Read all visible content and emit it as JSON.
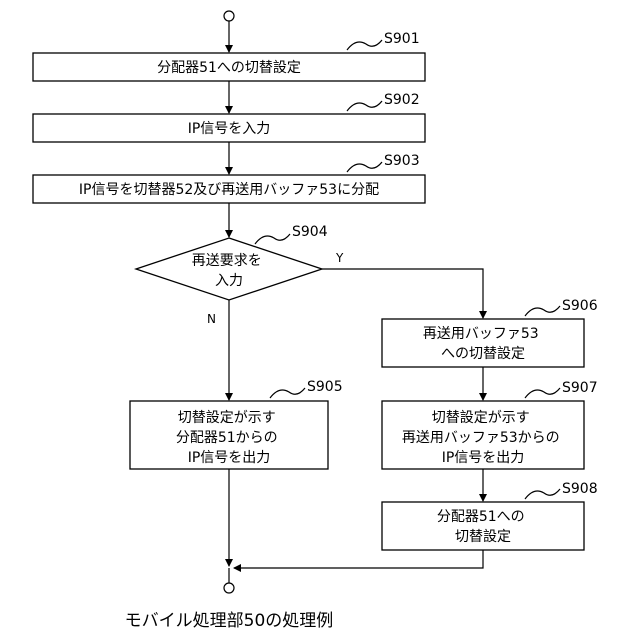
{
  "steps": {
    "s901": {
      "label": "S901",
      "text": [
        "分配器51への切替設定"
      ]
    },
    "s902": {
      "label": "S902",
      "text": [
        "IP信号を入力"
      ]
    },
    "s903": {
      "label": "S903",
      "text": [
        "IP信号を切替器52及び再送用バッファ53に分配"
      ]
    },
    "s904": {
      "label": "S904",
      "text": [
        "再送要求を",
        "入力"
      ]
    },
    "s905": {
      "label": "S905",
      "text": [
        "切替設定が示す",
        "分配器51からの",
        "IP信号を出力"
      ]
    },
    "s906": {
      "label": "S906",
      "text": [
        "再送用バッファ53",
        "への切替設定"
      ]
    },
    "s907": {
      "label": "S907",
      "text": [
        "切替設定が示す",
        "再送用バッファ53からの",
        "IP信号を出力"
      ]
    },
    "s908": {
      "label": "S908",
      "text": [
        "分配器51への",
        "切替設定"
      ]
    }
  },
  "branch": {
    "yes": "Y",
    "no": "N"
  },
  "caption": "モバイル処理部50の処理例"
}
